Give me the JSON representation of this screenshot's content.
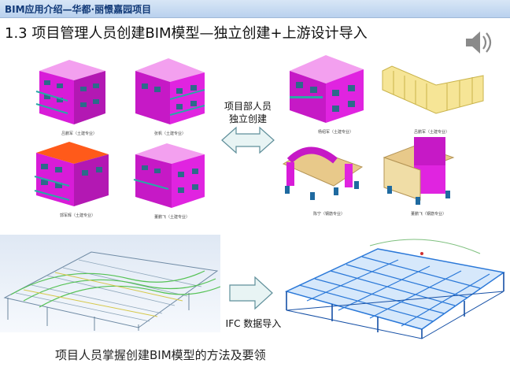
{
  "header": {
    "bar_title": "BIM应用介绍—华都·丽憬嘉园项目"
  },
  "slide": {
    "title": "1.3 项目管理人员创建BIM模型—独立创建+上游设计导入"
  },
  "left_models": {
    "captions": [
      "吕鹏军（土建专业）",
      "张帆（土建专业）",
      "郭军辉（土建专业）",
      "董鹏飞（土建专业）"
    ]
  },
  "right_models": {
    "captions": [
      "杨绍军（土建专业）",
      "吕鹏军（土建专业）",
      "陈宁（钢筋专业）",
      "董鹏飞（钢筋专业）"
    ]
  },
  "arrow_top": {
    "line1": "项目部人员",
    "line2": "独立创建"
  },
  "arrow_bottom": {
    "label": "IFC 数据导入"
  },
  "footer": {
    "text": "项目人员掌握创建BIM模型的方法及要领"
  },
  "colors": {
    "model_magenta": "#e020e0",
    "roof_orange": "#ff5a1a",
    "steel_blue": "#2a78d8",
    "arrow_fill": "#e8f4f4",
    "title_bar": "#b9d1ee"
  },
  "icons": {
    "speaker": "speaker-icon"
  }
}
